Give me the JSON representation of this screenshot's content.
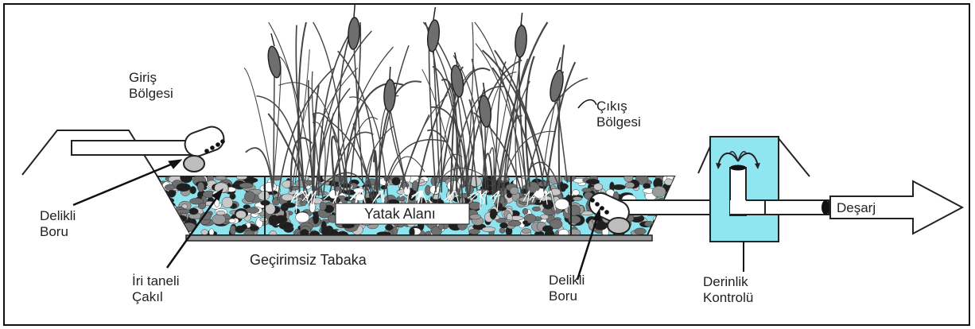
{
  "labels": {
    "inlet_zone": [
      "Giriş",
      "Bölgesi"
    ],
    "outlet_zone": [
      "Çıkış",
      "Bölgesi"
    ],
    "perforated_pipe_left": [
      "Delikli",
      "Boru"
    ],
    "perforated_pipe_right": [
      "Delikli",
      "Boru"
    ],
    "bed_area": "Yatak Alanı",
    "impermeable_layer": "Geçirimsiz Tabaka",
    "coarse_gravel": [
      "İri taneli",
      "Çakıl"
    ],
    "depth_control": [
      "Derinlik",
      "Kontrolü"
    ],
    "discharge": "Deşarj"
  },
  "colors": {
    "water": "#8ee4ee",
    "control_box": "#8fe6f0",
    "outline": "#222222",
    "stone_dark": "#1f1f1f",
    "stone_mid": "#6f6f6f",
    "stone_light": "#c8c8c8",
    "plant": "#444444",
    "cattail_head": "#6e6e6e",
    "base_layer": "#9a9a9a"
  }
}
